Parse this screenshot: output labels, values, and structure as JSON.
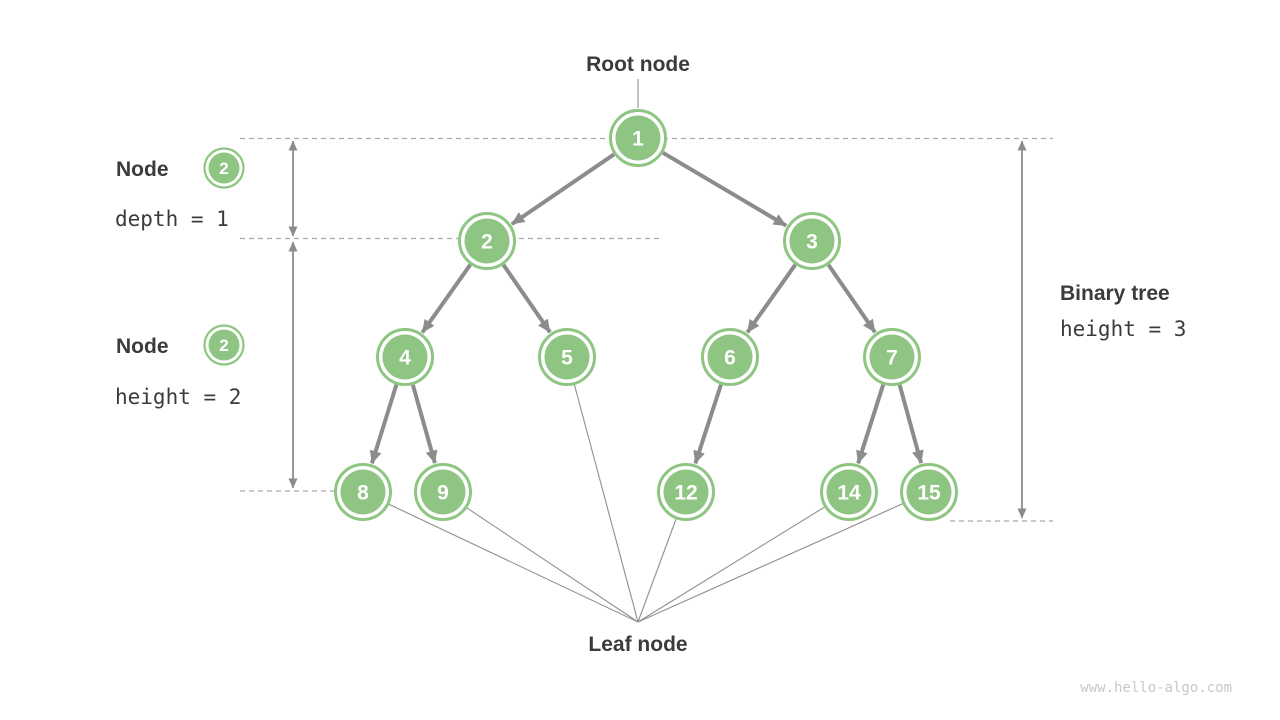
{
  "labels": {
    "root_node": "Root node",
    "leaf_node": "Leaf node"
  },
  "annotations": {
    "depth": {
      "title": "Node",
      "badge": "2",
      "formula": "depth = 1"
    },
    "height": {
      "title": "Node",
      "badge": "2",
      "formula": "height = 2"
    },
    "tree": {
      "title": "Binary tree",
      "formula": "height = 3"
    }
  },
  "tree": {
    "nodes": {
      "n1": "1",
      "n2": "2",
      "n3": "3",
      "n4": "4",
      "n5": "5",
      "n6": "6",
      "n7": "7",
      "n8": "8",
      "n9": "9",
      "n12": "12",
      "n14": "14",
      "n15": "15"
    },
    "edges": [
      "1-2",
      "1-3",
      "2-4",
      "2-5",
      "3-6",
      "3-7",
      "4-8",
      "4-9",
      "6-12",
      "7-14",
      "7-15"
    ],
    "leaf_nodes": [
      "8",
      "9",
      "5",
      "12",
      "14",
      "15"
    ]
  },
  "watermark": "www.hello-algo.com",
  "colors": {
    "node_green": "#8fc583",
    "edge_gray": "#8c8c8c",
    "thin_gray": "#8f8f8f",
    "dash_gray": "#a9a9a9",
    "text_dark": "#3b3b3b",
    "watermark_gray": "#c8c8c8"
  }
}
